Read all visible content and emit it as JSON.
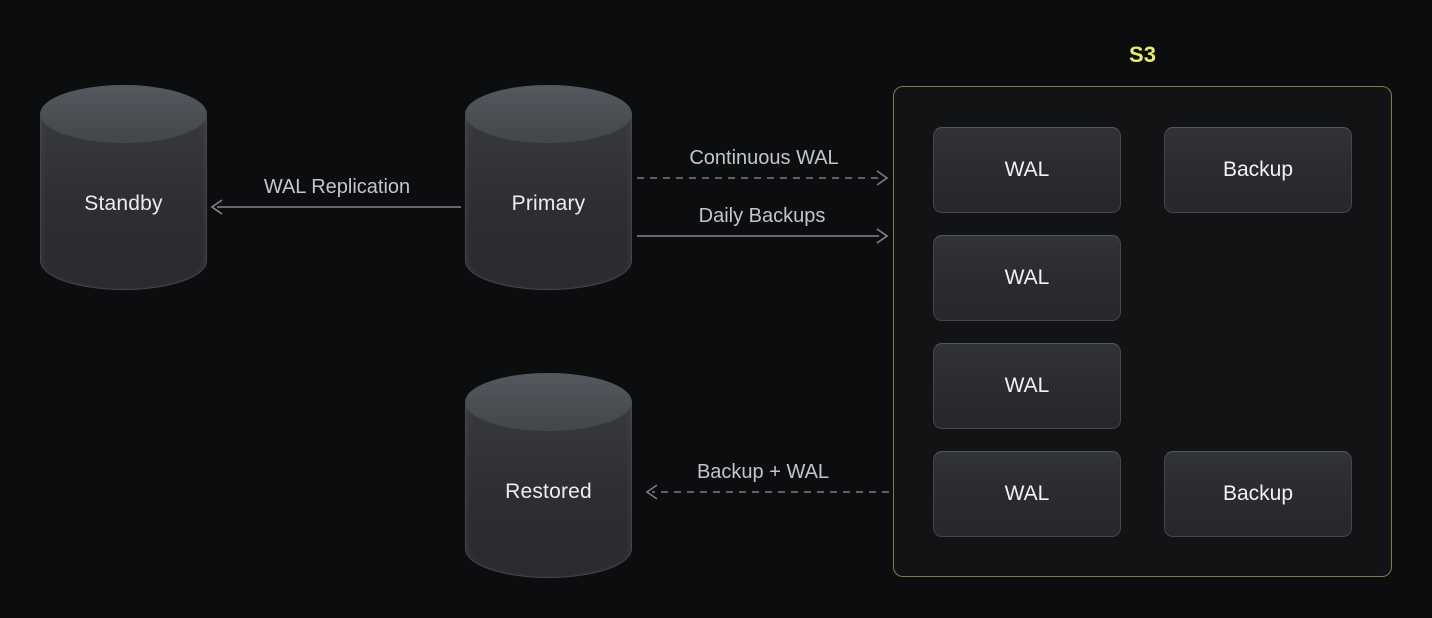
{
  "colors": {
    "background": "#0c0d0e",
    "s3_border": "#7d7d4b",
    "s3_label": "#e9eb70",
    "arrow_solid": "#85878a",
    "arrow_dashed": "#7a7c80",
    "edge_label": "#c3c6c9",
    "node_text": "#ededee"
  },
  "diagram": {
    "nodes": {
      "standby": {
        "label": "Standby"
      },
      "primary": {
        "label": "Primary"
      },
      "restored": {
        "label": "Restored"
      }
    },
    "s3": {
      "label": "S3",
      "wal_items": [
        "WAL",
        "WAL",
        "WAL",
        "WAL"
      ],
      "backup_items": [
        "Backup",
        "Backup"
      ]
    },
    "edges": [
      {
        "id": "wal-replication",
        "label": "WAL Replication",
        "style": "solid",
        "from": "primary",
        "to": "standby"
      },
      {
        "id": "continuous-wal",
        "label": "Continuous WAL",
        "style": "dashed",
        "from": "primary",
        "to": "s3"
      },
      {
        "id": "daily-backups",
        "label": "Daily Backups",
        "style": "solid",
        "from": "primary",
        "to": "s3"
      },
      {
        "id": "backup-plus-wal",
        "label": "Backup + WAL",
        "style": "dashed",
        "from": "s3",
        "to": "restored"
      }
    ]
  }
}
